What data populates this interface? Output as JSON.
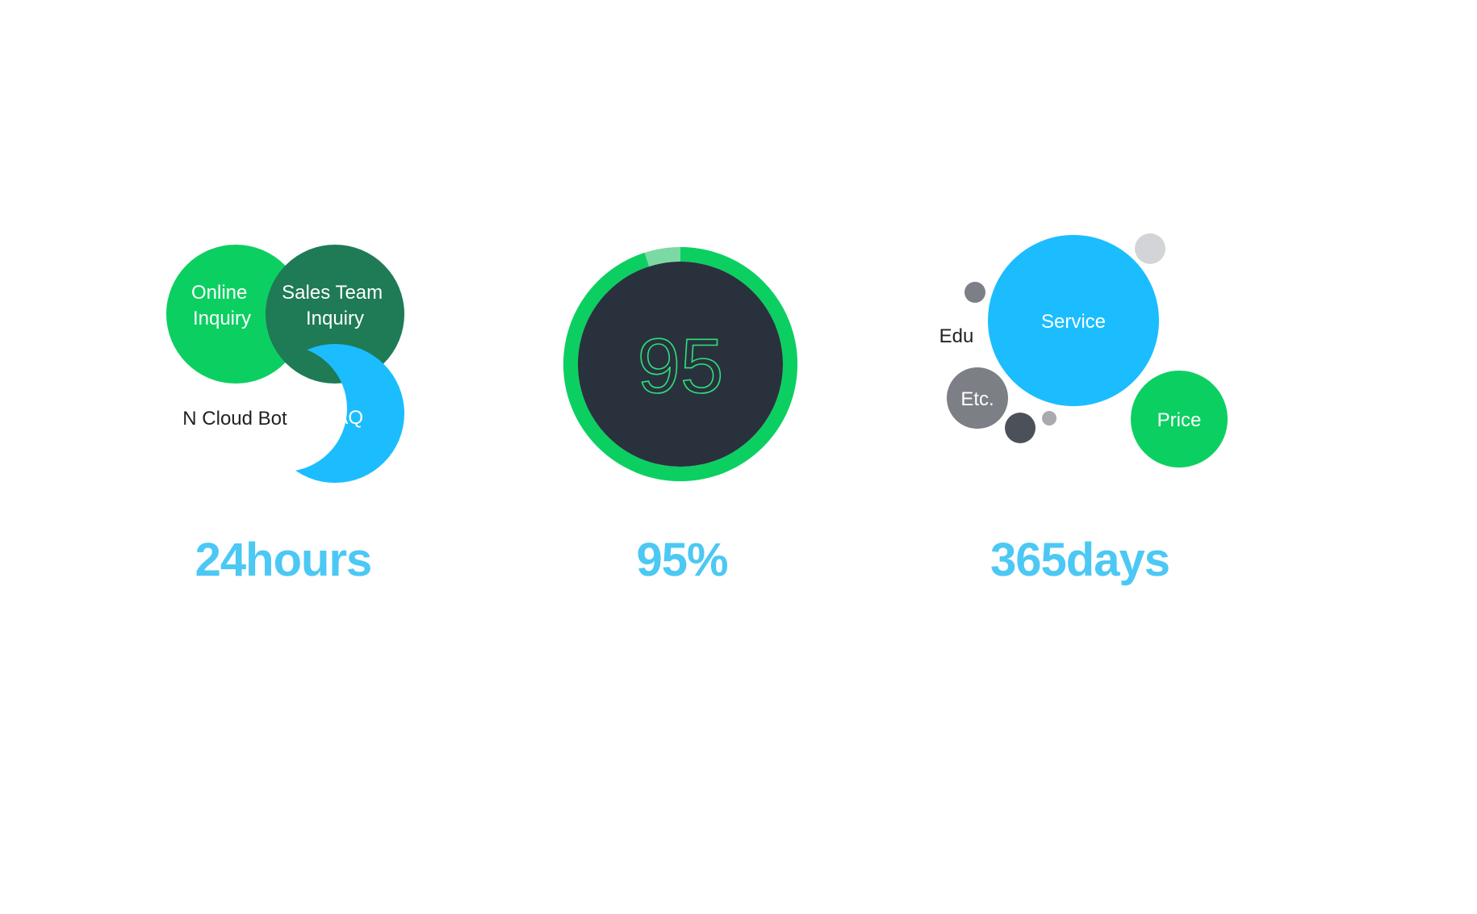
{
  "colors": {
    "green": "#0ccf62",
    "dark_green": "#1e7b55",
    "blue": "#1bbdff",
    "dark_circle": "#29313d",
    "stat_text": "#4cc8f4",
    "label_dark": "#222222",
    "gray": "#7d7f86",
    "dark_gray": "#4c5059",
    "light_gray": "#d3d4d7",
    "mid_gray": "#a8aaae",
    "ring_light": "#7bdaa3",
    "gauge_number": "#2ee07a"
  },
  "venn": {
    "online_inquiry": [
      "Online",
      "Inquiry"
    ],
    "sales_team_inquiry": [
      "Sales Team",
      "Inquiry"
    ],
    "faq": "FAQ",
    "bot": "N Cloud Bot"
  },
  "gauge": {
    "value": 95,
    "label": "95"
  },
  "bubbles": {
    "service": "Service",
    "price": "Price",
    "etc": "Etc.",
    "edu": "Edu"
  },
  "stats": {
    "hours": "24hours",
    "percent": "95%",
    "days": "365days"
  }
}
